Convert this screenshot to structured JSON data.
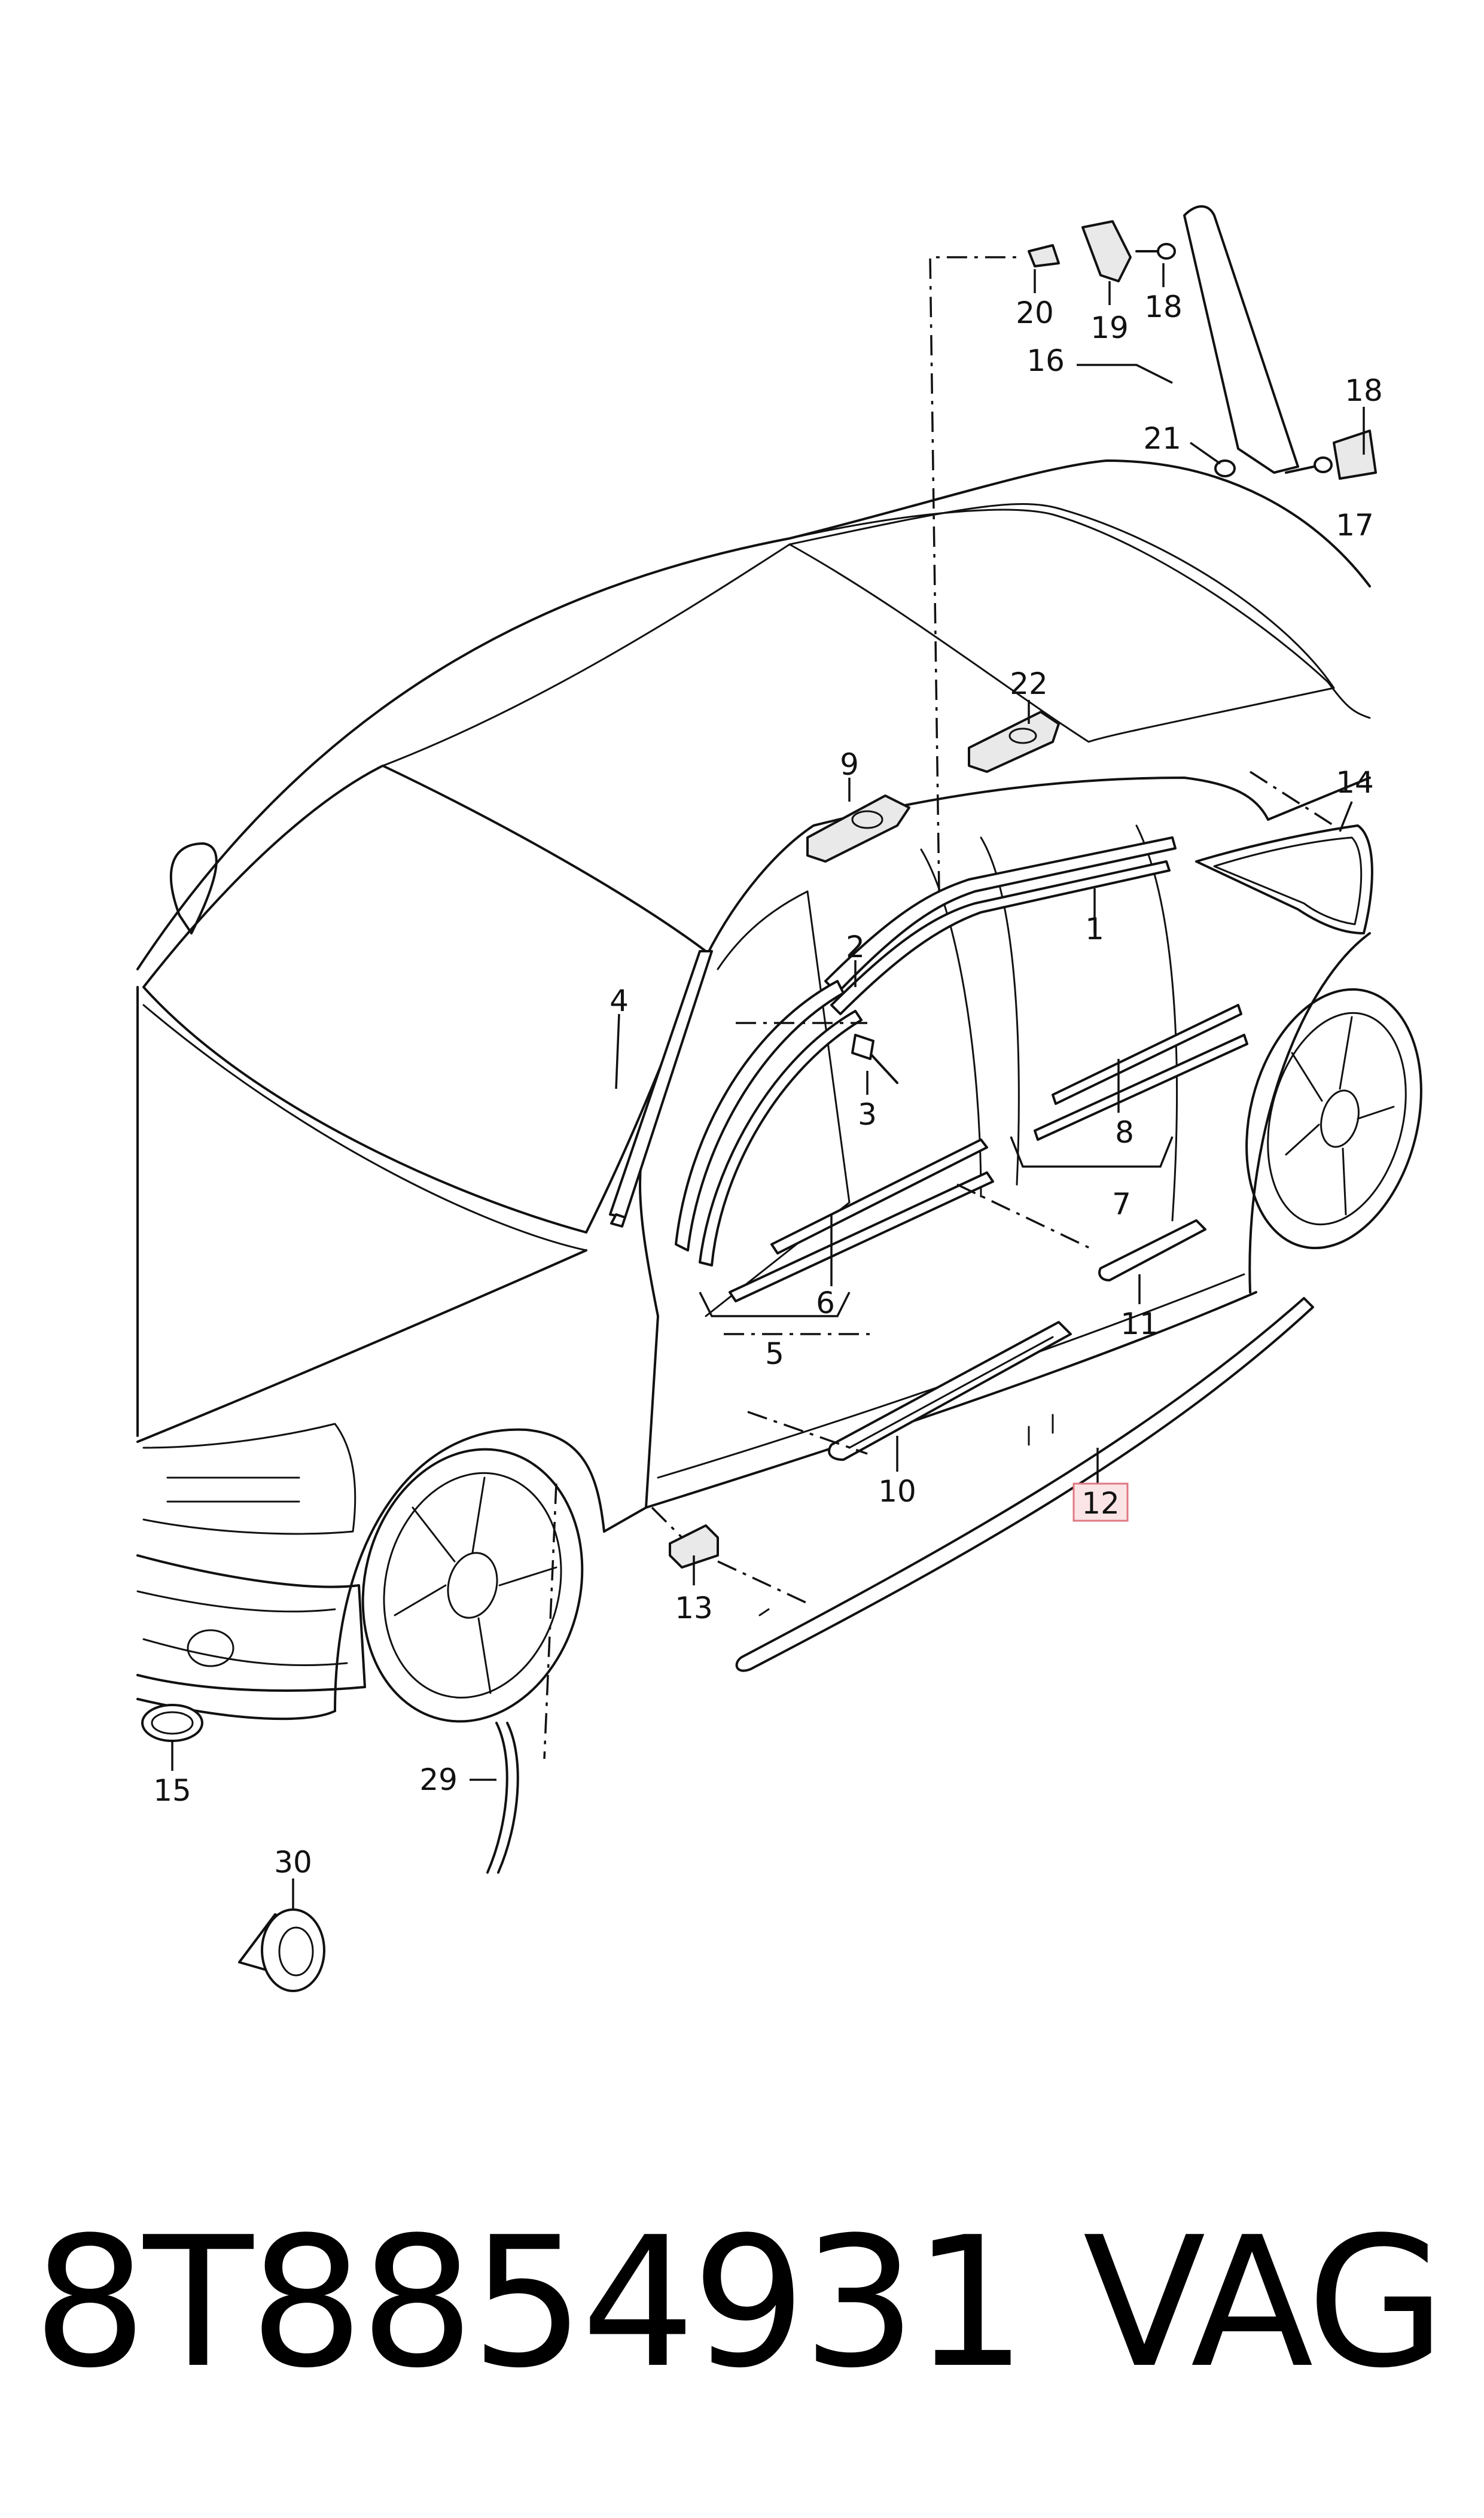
{
  "diagram": {
    "callouts": [
      "1",
      "2",
      "3",
      "4",
      "5",
      "6",
      "7",
      "8",
      "9",
      "10",
      "11",
      "12",
      "13",
      "14",
      "15",
      "16",
      "17",
      "18",
      "18",
      "19",
      "20",
      "21",
      "22",
      "29",
      "30"
    ],
    "highlighted_callout": "12",
    "colors": {
      "line": "#111111",
      "highlight_fill": "#fbe4e6",
      "highlight_border": "#e07882"
    }
  },
  "footer": {
    "part_number": "8T8854931",
    "brand": "VAG"
  }
}
